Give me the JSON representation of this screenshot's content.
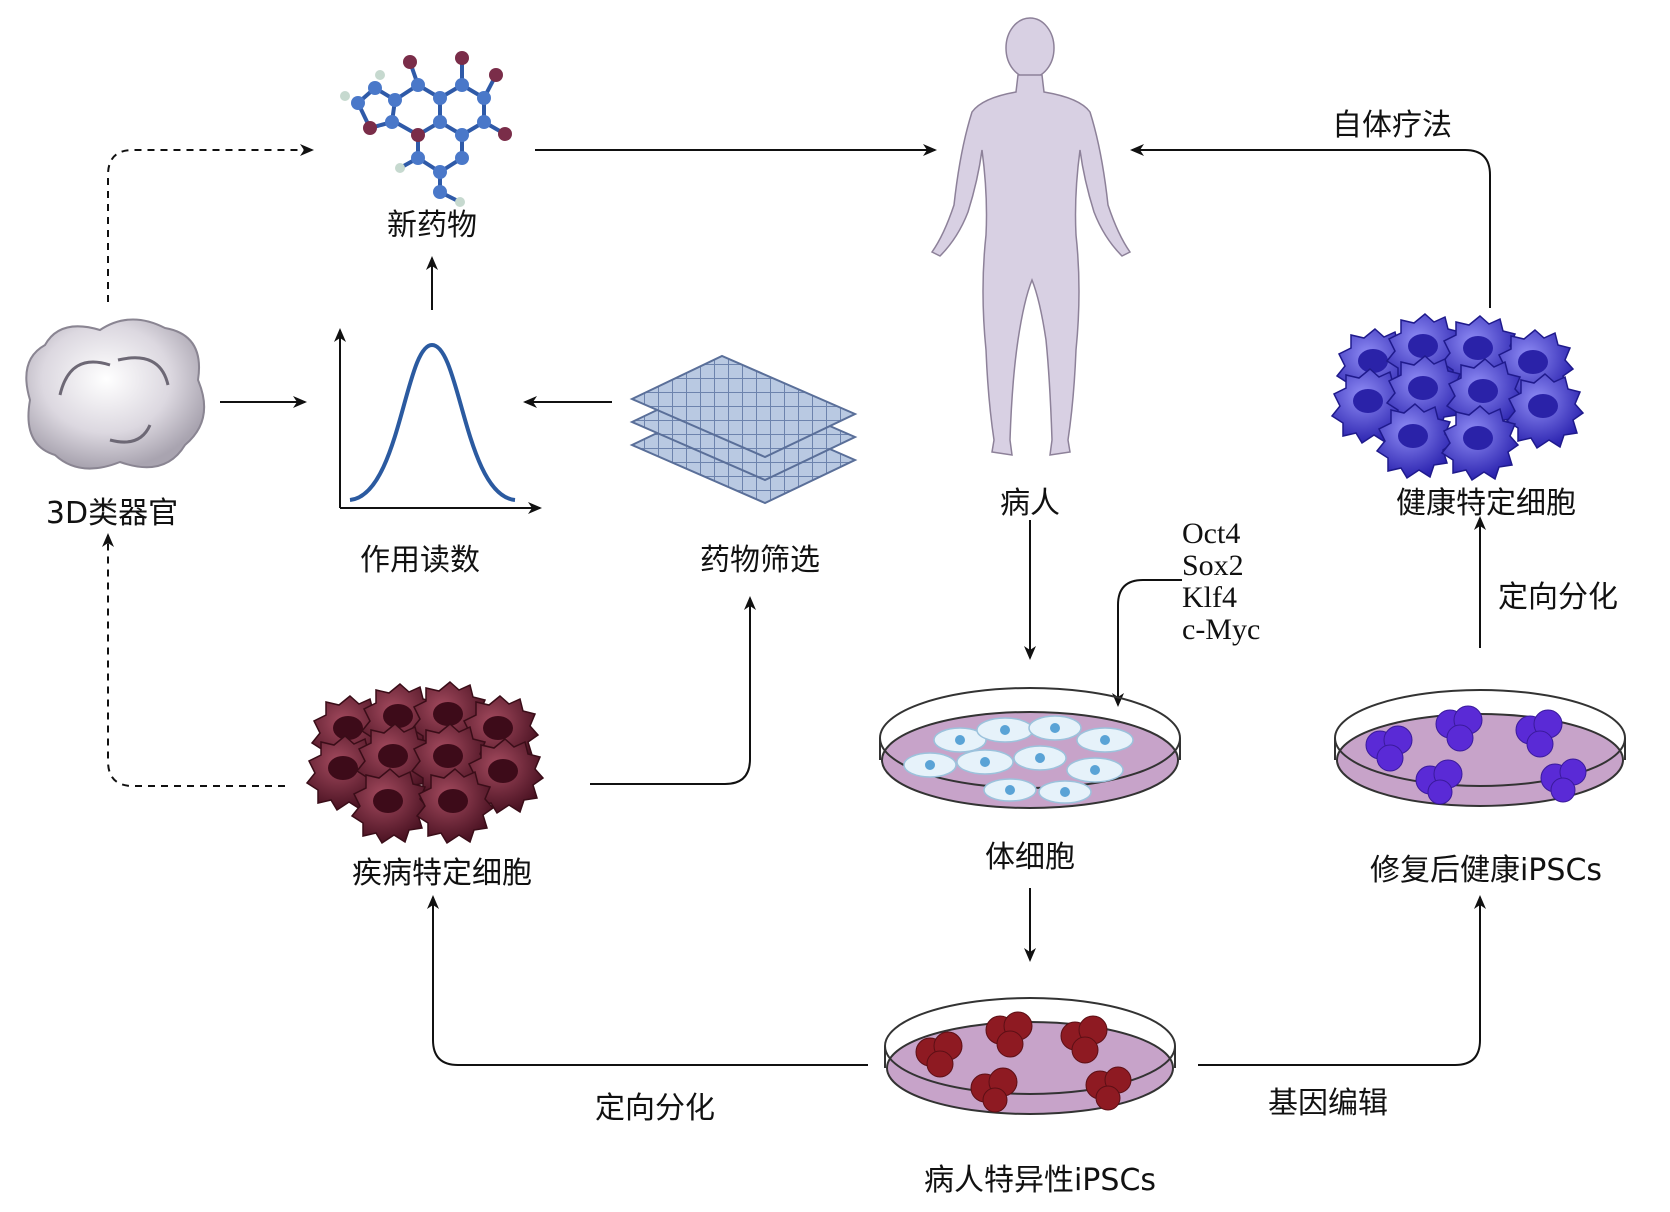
{
  "labels": {
    "new_drug": "新药物",
    "organoid": "3D类器官",
    "readout": "作用读数",
    "screening": "药物筛选",
    "patient": "病人",
    "autologous": "自体疗法",
    "healthy_cells": "健康特定细胞",
    "directed_diff_right": "定向分化",
    "disease_cells": "疾病特定细胞",
    "somatic": "体细胞",
    "repaired_ipscs": "修复后健康iPSCs",
    "patient_ipscs": "病人特异性iPSCs",
    "directed_diff_bottom": "定向分化",
    "gene_editing": "基因编辑"
  },
  "factors": [
    "Oct4",
    "Sox2",
    "Klf4",
    "c-Myc"
  ],
  "colors": {
    "disease_cell": "#6b1f33",
    "healthy_cell": "#4a43d6",
    "dish_medium": "#c7a3c9",
    "body": "#d8d0e3",
    "curve": "#2b5aa0",
    "arrow": "#111111"
  }
}
